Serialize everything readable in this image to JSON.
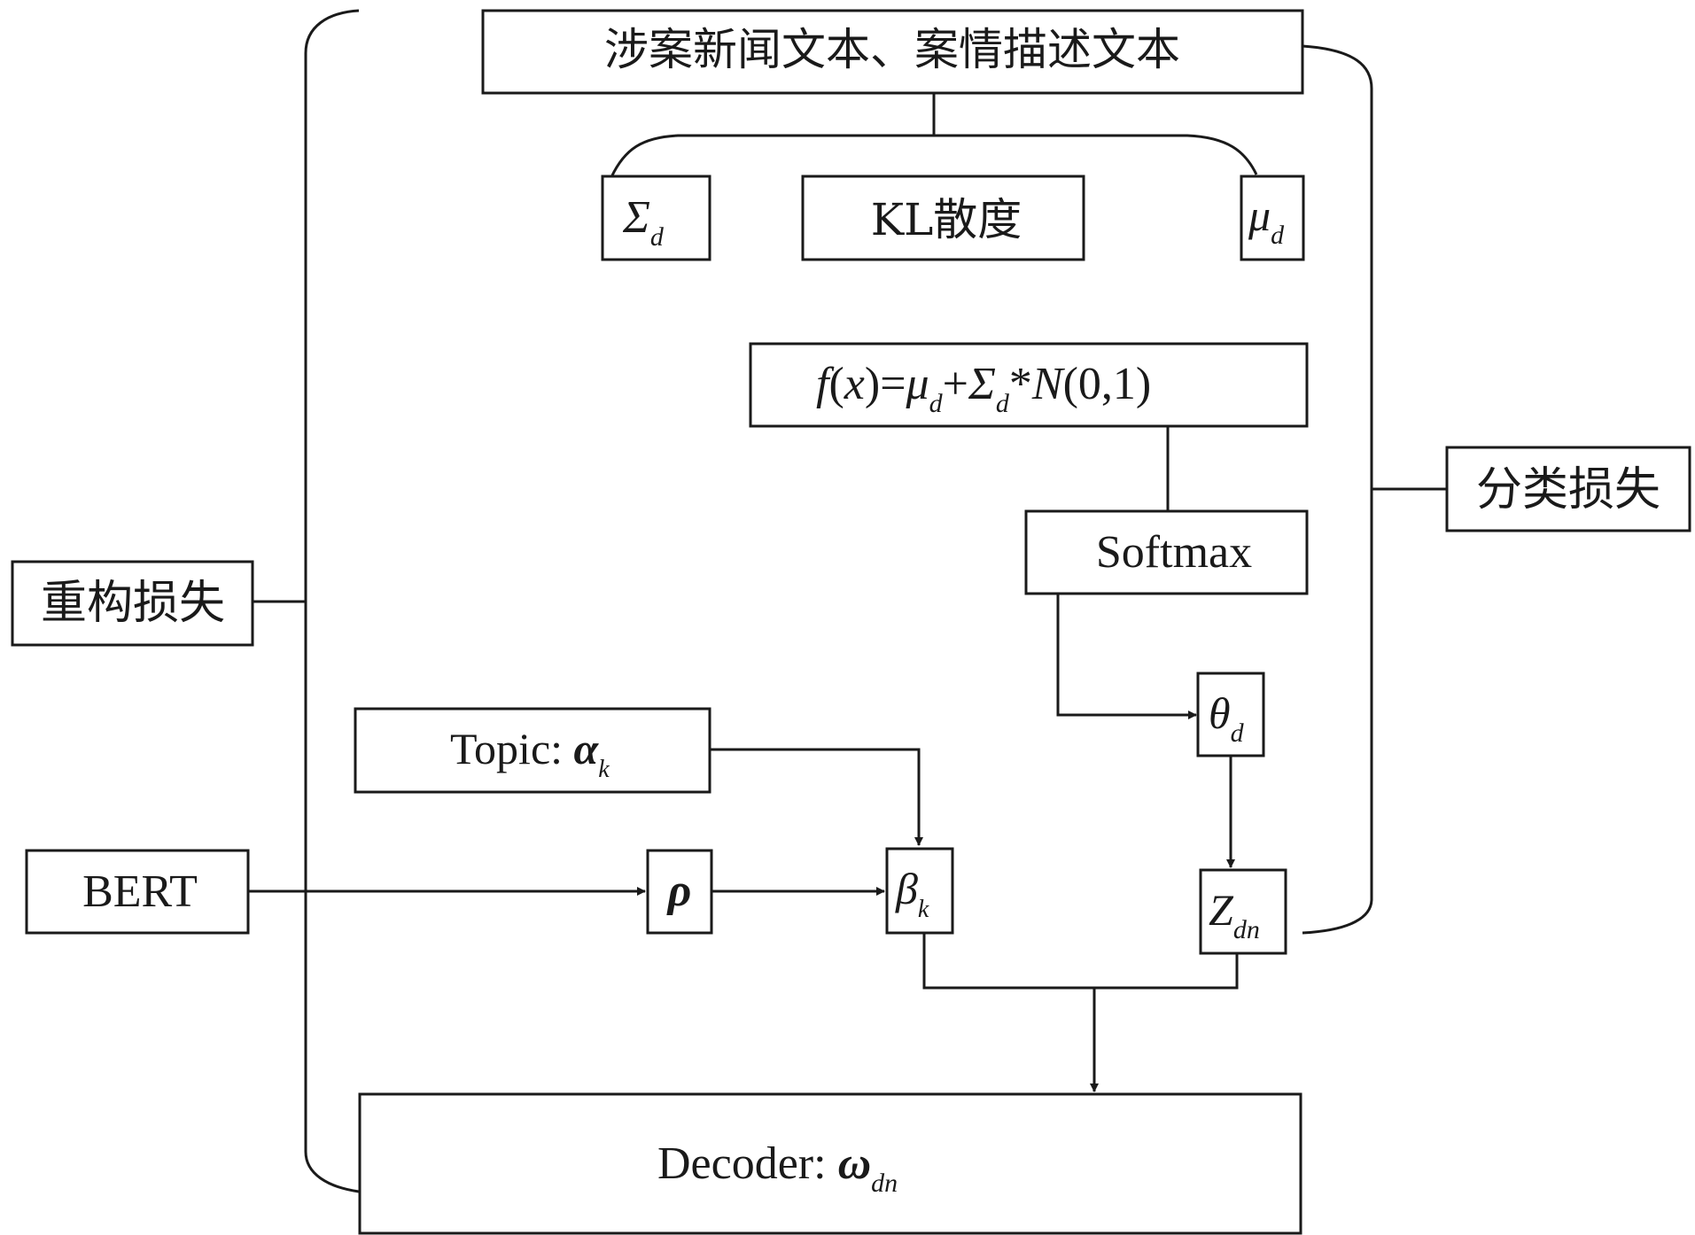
{
  "nodes": {
    "input_text": "涉案新闻文本、案情描述文本",
    "sigma": {
      "main": "Σ",
      "sub": "d"
    },
    "kl": "KL散度",
    "mu": {
      "main": "μ",
      "sub": "d"
    },
    "reparam": {
      "f": "f",
      "lp": "(",
      "x": "x",
      "rp1": ")=",
      "mu": "μ",
      "mu_sub": "d",
      "plus": "+",
      "sigma": "Σ",
      "sigma_sub": "d",
      "star": "*",
      "N": "N",
      "tail": "(0,1)"
    },
    "softmax": "Softmax",
    "theta": {
      "main": "θ",
      "sub": "d"
    },
    "topic": {
      "label": "Topic: ",
      "sym": "α",
      "sub": "k"
    },
    "bert": "BERT",
    "rho": "ρ",
    "beta": {
      "main": "β",
      "sub": "k"
    },
    "z": {
      "main": "Z",
      "sub": "dn"
    },
    "decoder": {
      "label": "Decoder: ",
      "sym": "ω",
      "sub": "dn"
    },
    "recon_loss": "重构损失",
    "class_loss": "分类损失"
  },
  "colors": {
    "stroke": "#1a1a1a",
    "background": "#ffffff"
  }
}
